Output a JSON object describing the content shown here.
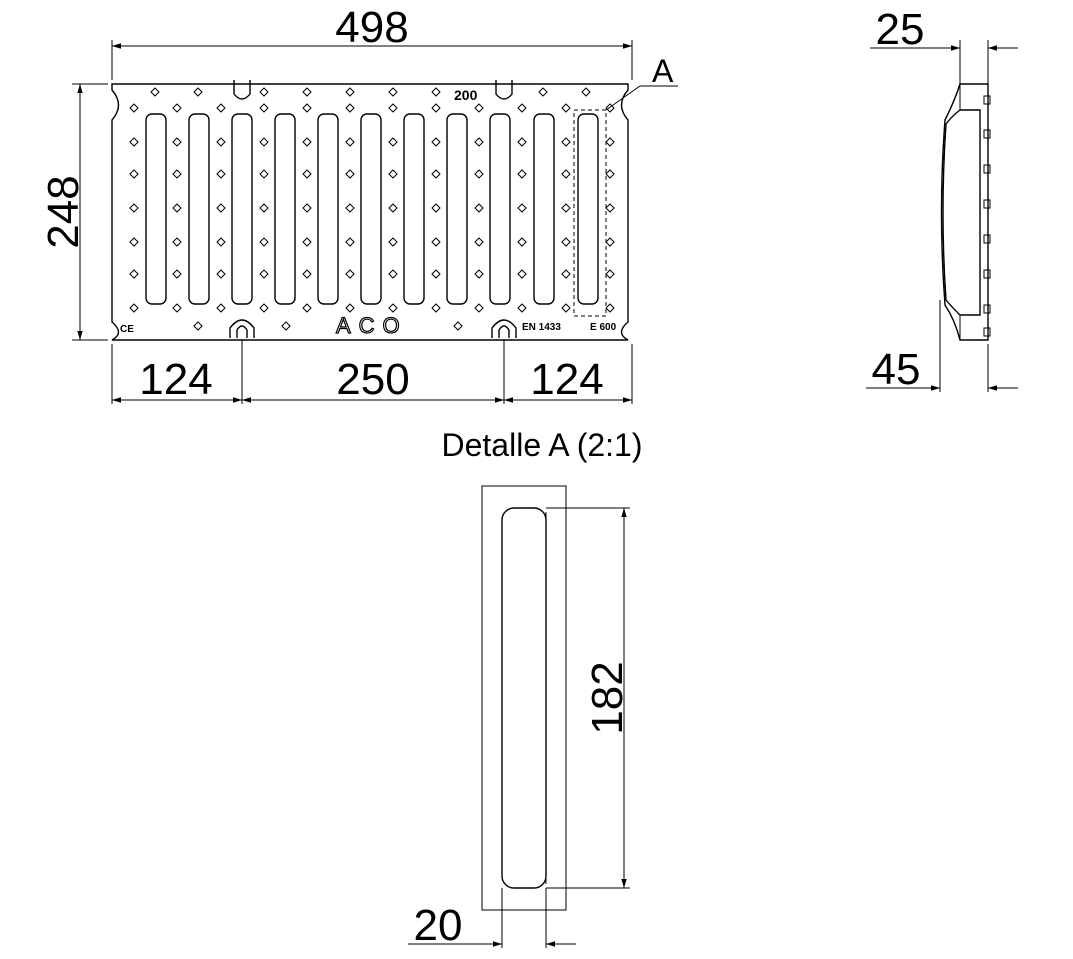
{
  "front_view": {
    "dim_width": "498",
    "dim_height": "248",
    "dim_left": "124",
    "dim_center": "250",
    "dim_right": "124",
    "detail_ref": "A",
    "mark_load": "200",
    "mark_ce": "CE",
    "mark_brand": "ACO",
    "mark_standard": "EN 1433",
    "mark_class": "E 600"
  },
  "side_view": {
    "dim_top": "25",
    "dim_bottom": "45"
  },
  "detail_view": {
    "title": "Detalle A (2:1)",
    "dim_length": "182",
    "dim_width": "20"
  }
}
